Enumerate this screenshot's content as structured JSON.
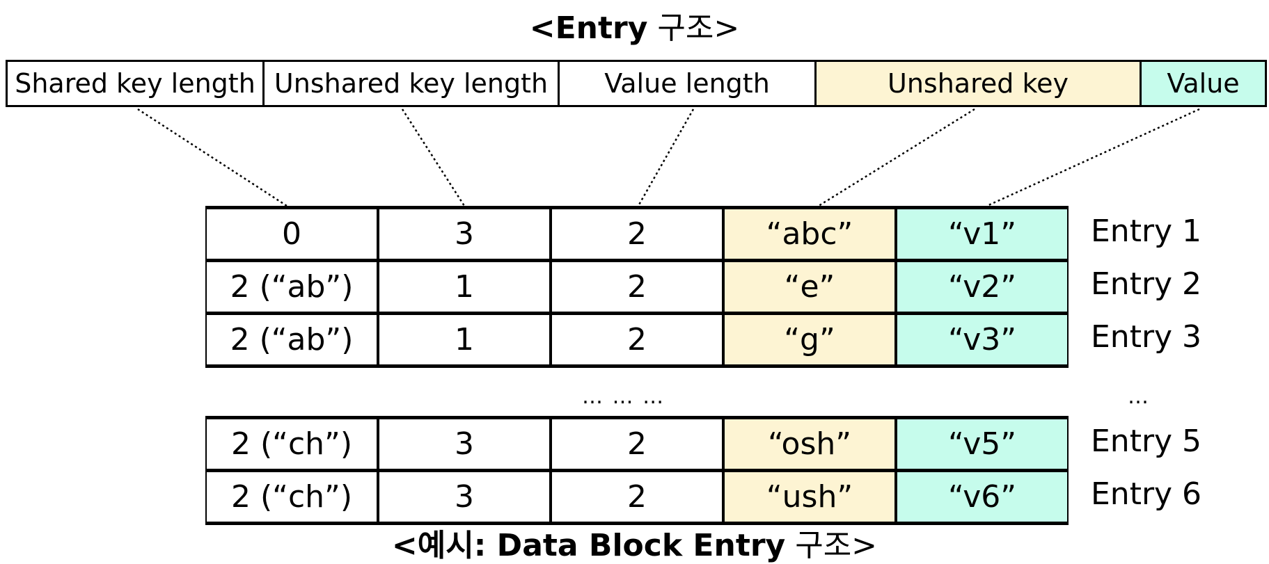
{
  "title_top": {
    "open": "<",
    "bold": "Entry",
    "rest": " 구조>"
  },
  "header_cells": [
    {
      "label": "Shared key length",
      "color": "#ffffff"
    },
    {
      "label": "Unshared key length",
      "color": "#ffffff"
    },
    {
      "label": "Value length",
      "color": "#ffffff"
    },
    {
      "label": "Unshared key",
      "color": "#fdf4d3"
    },
    {
      "label": "Value",
      "color": "#c6fcec"
    }
  ],
  "rows": [
    {
      "cells": [
        "0",
        "3",
        "2",
        "“abc”",
        "“v1”"
      ],
      "label": "Entry 1"
    },
    {
      "cells": [
        "2 (“ab”)",
        "1",
        "2",
        "“e”",
        "“v2”"
      ],
      "label": "Entry 2"
    },
    {
      "cells": [
        "2 (“ab”)",
        "1",
        "2",
        "“g”",
        "“v3”"
      ],
      "label": "Entry 3"
    },
    {
      "cells": [
        "2 (“ch”)",
        "3",
        "2",
        "“osh”",
        "“v5”"
      ],
      "label": "Entry 5"
    },
    {
      "cells": [
        "2 (“ch”)",
        "3",
        "2",
        "“ush”",
        "“v6”"
      ],
      "label": "Entry 6"
    }
  ],
  "column_colors": [
    "#ffffff",
    "#ffffff",
    "#ffffff",
    "#fdf4d3",
    "#c6fcec"
  ],
  "ellipsis_table": "… … …",
  "ellipsis_labels": "…",
  "title_bottom": {
    "open": "<예시",
    "bold": ": Data Block Entry",
    "rest": " 구조>"
  }
}
